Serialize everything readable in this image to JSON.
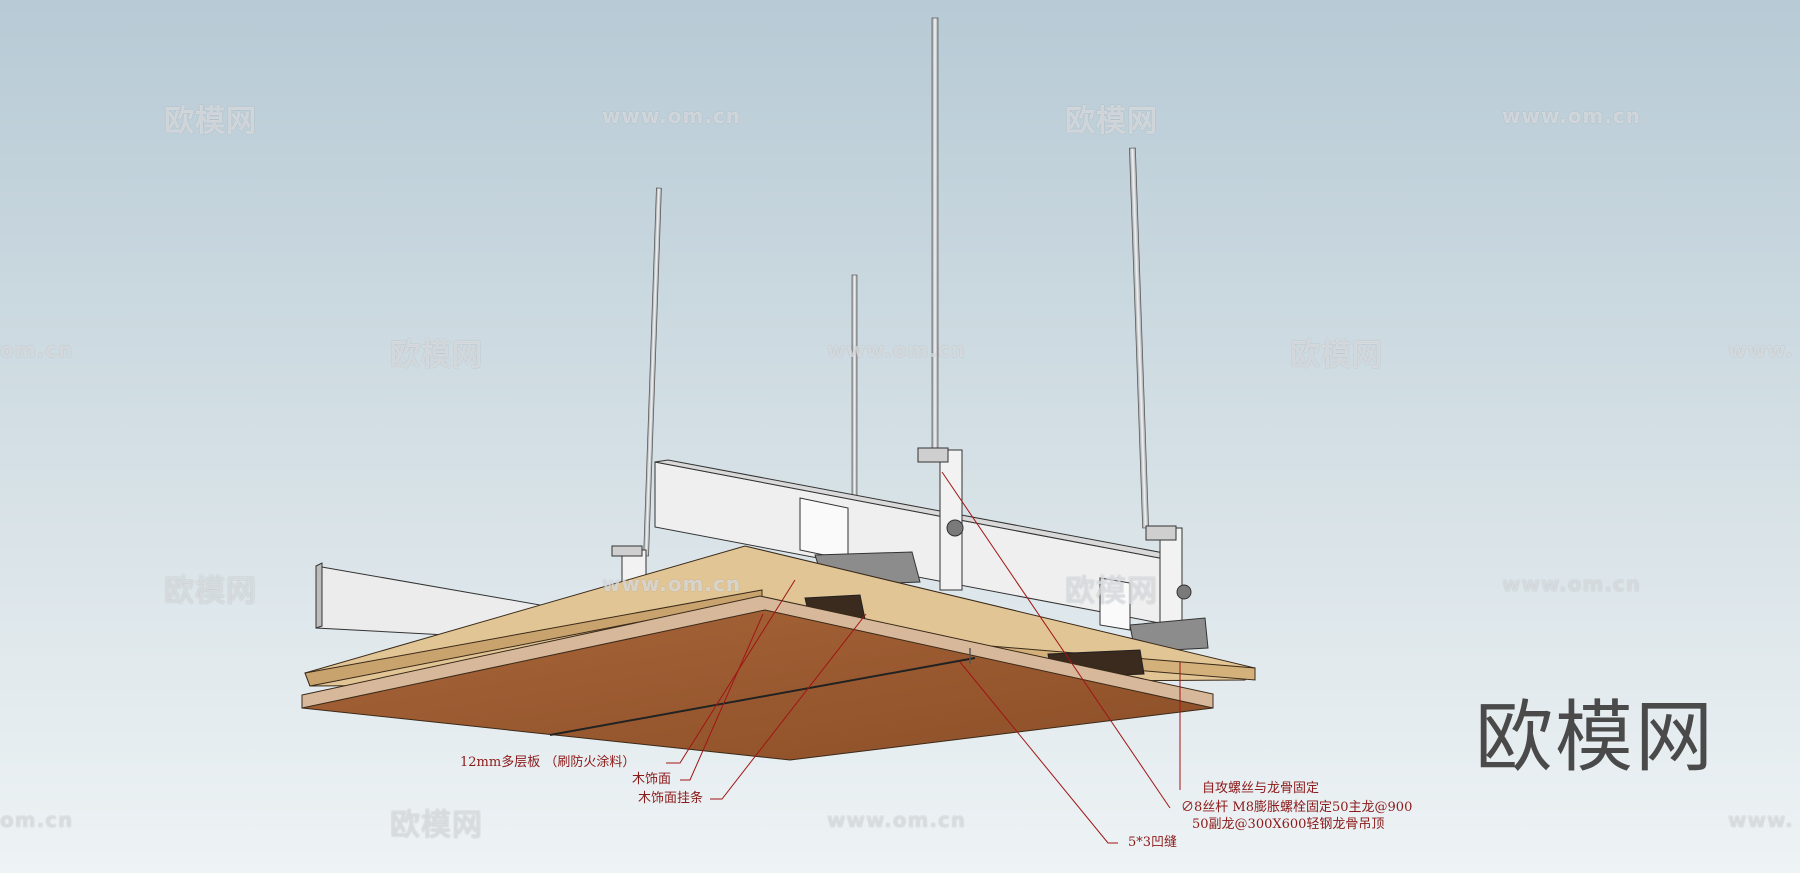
{
  "annotations": {
    "plywood": "12mm多层板 （刷防火涂料）",
    "wood_face": "木饰面",
    "wood_hanger": "木饰面挂条",
    "screw_fix": "自攻螺丝与龙骨固定",
    "rod_spec_line1": "∅8丝杆 M8膨胀螺栓固定50主龙@900",
    "rod_spec_line2": "50副龙@300X600轻钢龙骨吊顶",
    "groove": "5*3凹缝"
  },
  "watermark": {
    "brand_cn": "欧模网",
    "url": "www.om.cn",
    "url_fragment": "om.cn",
    "url_fragment_right": "www."
  },
  "colors": {
    "sky_top": "#b9ccd6",
    "sky_bottom": "#eef3f5",
    "wood_face": "#9a5a2f",
    "plywood": "#d6b68a",
    "steel": "#e8e8e8",
    "leader": "#a01515"
  }
}
